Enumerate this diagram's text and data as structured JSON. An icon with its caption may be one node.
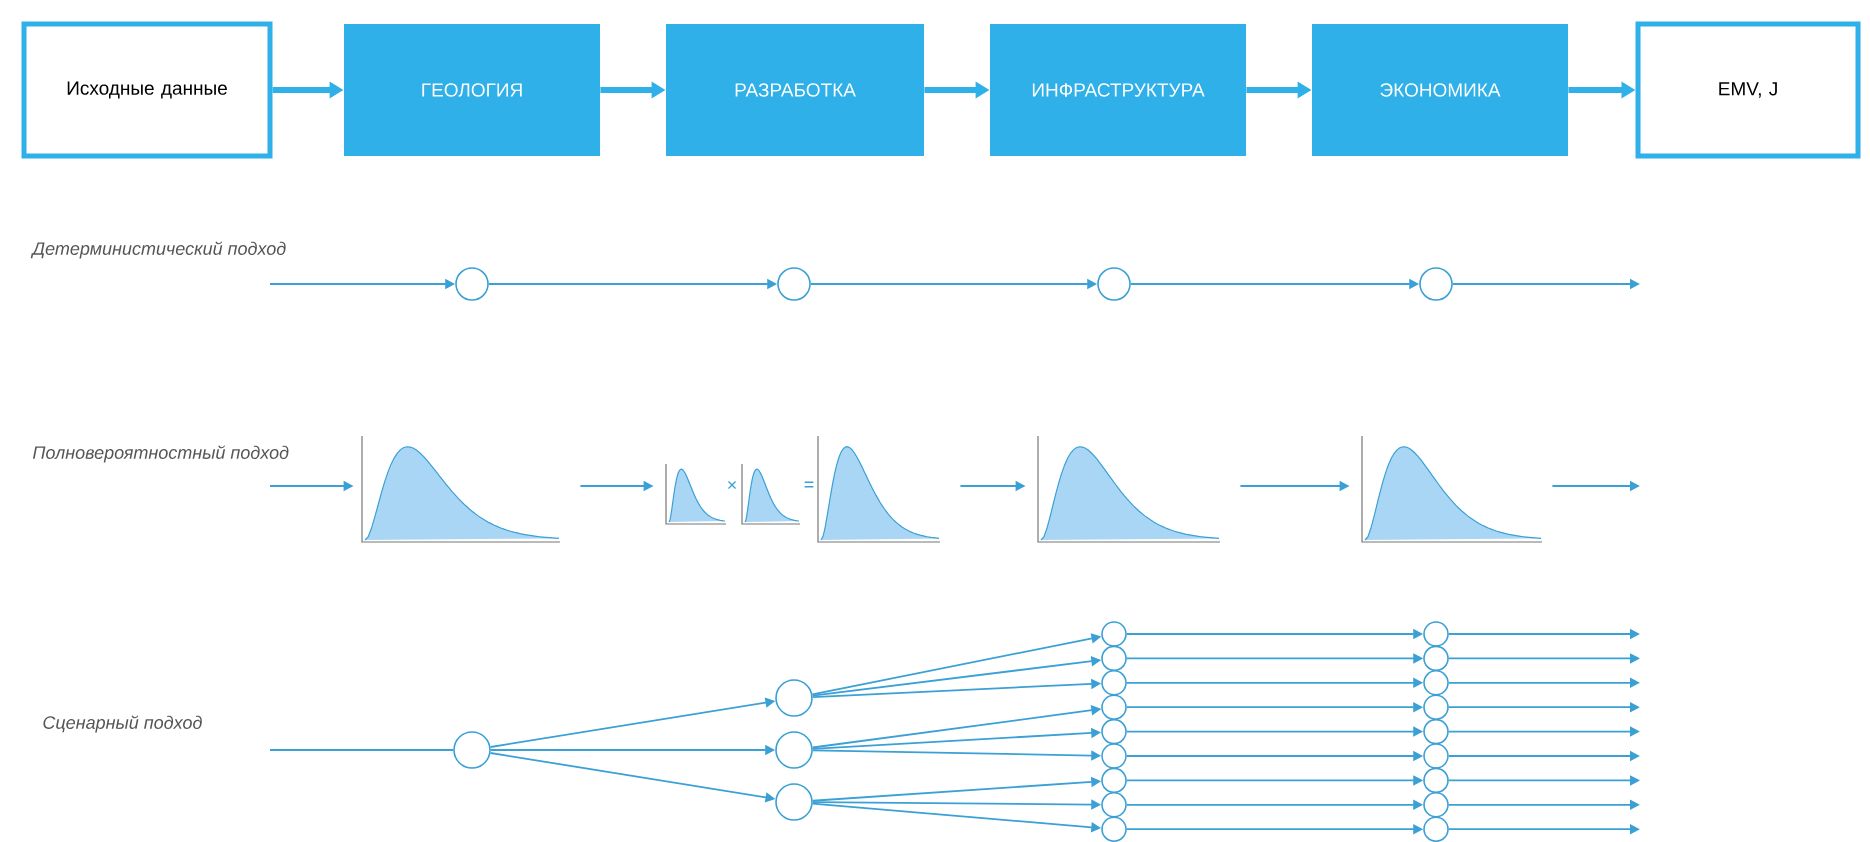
{
  "diagram": {
    "nodes": [
      {
        "text": [
          "Исходные данные"
        ]
      },
      {
        "text": [
          "ГЕОЛОГИЯ"
        ]
      },
      {
        "text": [
          "РАЗРАБОТКА"
        ]
      },
      {
        "text": [
          "ИНФРАСТРУКТУРА"
        ]
      },
      {
        "text": [
          "ЭКОНОМИКА"
        ]
      },
      {
        "text": [
          "EMV, J"
        ]
      },
      {
        "text": [],
        "shape": "circle"
      },
      {
        "text": [],
        "shape": "circle"
      },
      {
        "text": [],
        "shape": "circle"
      },
      {
        "text": [],
        "shape": "circle"
      },
      {
        "text": [],
        "shape": "picture"
      },
      {
        "text": [],
        "shape": "picture"
      },
      {
        "text": [],
        "shape": "picture"
      },
      {
        "text": [],
        "shape": "picture"
      },
      {
        "text": [],
        "shape": "picture"
      },
      {
        "text": [],
        "shape": "picture"
      },
      {
        "text": [],
        "shape": "circle"
      },
      {
        "text": [],
        "shape": "circle"
      },
      {
        "text": [],
        "shape": "circle"
      },
      {
        "text": [],
        "shape": "circle"
      },
      {
        "text": [],
        "shape": "circle"
      },
      {
        "text": [],
        "shape": "circle"
      },
      {
        "text": [],
        "shape": "circle"
      },
      {
        "text": [],
        "shape": "circle"
      },
      {
        "text": [],
        "shape": "circle"
      },
      {
        "text": [],
        "shape": "circle"
      },
      {
        "text": [],
        "shape": "circle"
      },
      {
        "text": [],
        "shape": "circle"
      },
      {
        "text": [],
        "shape": "circle"
      },
      {
        "text": [],
        "shape": "circle"
      },
      {
        "text": [],
        "shape": "circle"
      },
      {
        "text": [],
        "shape": "circle"
      },
      {
        "text": [],
        "shape": "circle"
      },
      {
        "text": [],
        "shape": "circle"
      },
      {
        "text": [],
        "shape": "circle"
      },
      {
        "text": [],
        "shape": "circle"
      },
      {
        "text": [],
        "shape": "circle"
      },
      {
        "text": [],
        "shape": "circle"
      }
    ],
    "edges": [
      {
        "from": 0,
        "to": 1,
        "arrow": "to",
        "style": "thick"
      },
      {
        "from": 1,
        "to": 2,
        "arrow": "to",
        "style": "thick"
      },
      {
        "from": 2,
        "to": 3,
        "arrow": "to",
        "style": "thick"
      },
      {
        "from": 3,
        "to": 4,
        "arrow": "to",
        "style": "thick"
      },
      {
        "from": 4,
        "to": 5,
        "arrow": "to",
        "style": "thick"
      },
      {
        "from": null,
        "to": 6,
        "arrow": "to"
      },
      {
        "from": 6,
        "to": 7,
        "arrow": "to"
      },
      {
        "from": 7,
        "to": 8,
        "arrow": "to"
      },
      {
        "from": 8,
        "to": 9,
        "arrow": "to"
      },
      {
        "from": 9,
        "to": null,
        "arrow": "to"
      },
      {
        "from": null,
        "to": 10,
        "arrow": "to"
      },
      {
        "from": 10,
        "to": 11,
        "arrow": "to"
      },
      {
        "from": 13,
        "to": 14,
        "arrow": "to"
      },
      {
        "from": 14,
        "to": 15,
        "arrow": "to"
      },
      {
        "from": 15,
        "to": null,
        "arrow": "to"
      },
      {
        "from": null,
        "to": 16,
        "arrow": "none"
      },
      {
        "from": 16,
        "to": 17,
        "arrow": "to"
      },
      {
        "from": 16,
        "to": 18,
        "arrow": "to"
      },
      {
        "from": 16,
        "to": 19,
        "arrow": "to"
      },
      {
        "from": 17,
        "to": 20,
        "arrow": "to"
      },
      {
        "from": 17,
        "to": 21,
        "arrow": "to"
      },
      {
        "from": 17,
        "to": 22,
        "arrow": "to"
      },
      {
        "from": 18,
        "to": 23,
        "arrow": "to"
      },
      {
        "from": 18,
        "to": 24,
        "arrow": "to"
      },
      {
        "from": 18,
        "to": 25,
        "arrow": "to"
      },
      {
        "from": 19,
        "to": 26,
        "arrow": "to"
      },
      {
        "from": 19,
        "to": 27,
        "arrow": "to"
      },
      {
        "from": 19,
        "to": 28,
        "arrow": "to"
      },
      {
        "from": 20,
        "to": 29,
        "arrow": "to"
      },
      {
        "from": 21,
        "to": 30,
        "arrow": "to"
      },
      {
        "from": 22,
        "to": 31,
        "arrow": "to"
      },
      {
        "from": 23,
        "to": 32,
        "arrow": "to"
      },
      {
        "from": 24,
        "to": 33,
        "arrow": "to"
      },
      {
        "from": 25,
        "to": 34,
        "arrow": "to"
      },
      {
        "from": 26,
        "to": 35,
        "arrow": "to"
      },
      {
        "from": 27,
        "to": 36,
        "arrow": "to"
      },
      {
        "from": 28,
        "to": 37,
        "arrow": "to"
      },
      {
        "from": 29,
        "to": null,
        "arrow": "to"
      },
      {
        "from": 30,
        "to": null,
        "arrow": "to"
      },
      {
        "from": 31,
        "to": null,
        "arrow": "to"
      },
      {
        "from": 32,
        "to": null,
        "arrow": "to"
      },
      {
        "from": 33,
        "to": null,
        "arrow": "to"
      },
      {
        "from": 34,
        "to": null,
        "arrow": "to"
      },
      {
        "from": 35,
        "to": null,
        "arrow": "to"
      },
      {
        "from": 36,
        "to": null,
        "arrow": "to"
      },
      {
        "from": 37,
        "to": null,
        "arrow": "to"
      }
    ],
    "labels": [
      "Детерминистический подход",
      "Полновероятностный подход",
      "×",
      "=",
      "Сценарный подход"
    ]
  }
}
